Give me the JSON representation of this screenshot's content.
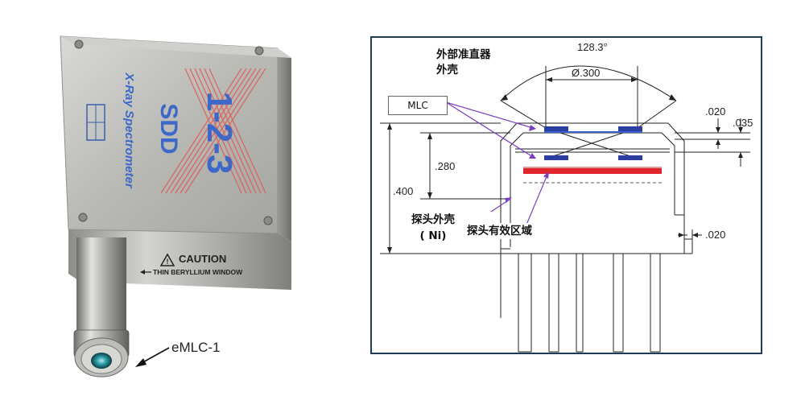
{
  "photo": {
    "brand_line1": "1-2-3",
    "brand_line2": "SDD",
    "subtitle": "X-Ray Spectrometer",
    "caution_title": "CAUTION",
    "caution_sub": "THIN BERYLLIUM WINDOW",
    "pointer_label": "eMLC-1"
  },
  "diagram": {
    "angle": "128.3°",
    "diameter": "Ø.300",
    "dim_020_top": ".020",
    "dim_035": ".035",
    "dim_280": ".280",
    "dim_400": ".400",
    "dim_020_side": ".020",
    "label_collimator_line1": "外部准直器",
    "label_collimator_line2": "外壳",
    "label_mlc": "MLC",
    "label_probe_shell_line1": "探头外壳",
    "label_probe_shell_line2": "( Ni)",
    "label_active_area": "探头有效区域"
  },
  "colors": {
    "frame": "#1f3b55",
    "sensor_red": "#e0262b",
    "window_blue": "#2b3fa0",
    "arrow_purple": "#7a3fbf"
  }
}
